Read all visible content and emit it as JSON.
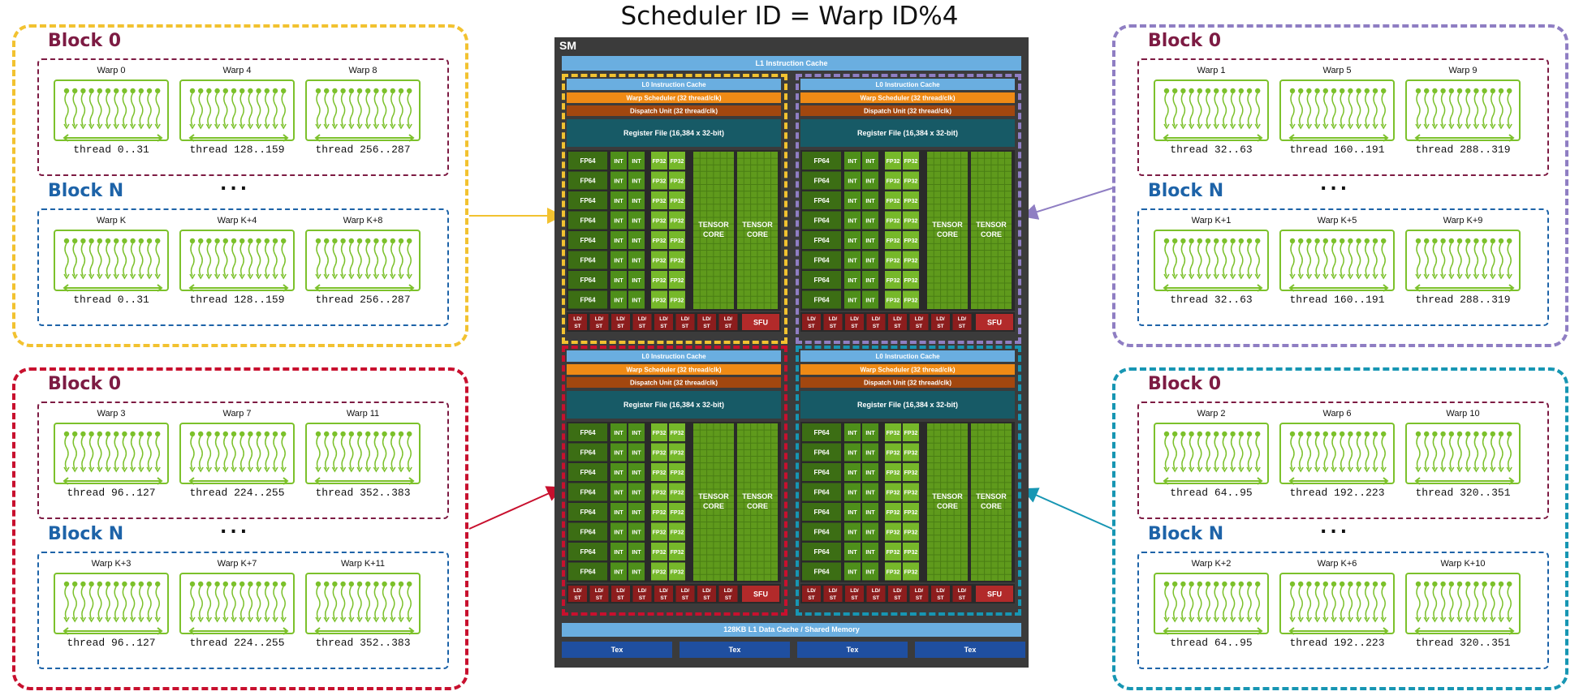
{
  "title": "Scheduler ID = Warp ID%4",
  "colors": {
    "yellow": "#f2c230",
    "purple": "#8f7ec3",
    "red": "#c8102e",
    "teal": "#1796b3",
    "block0": "#7d1b43",
    "blockN": "#1d63a8",
    "warp_green": "#7cc12b",
    "sm_bg": "#3b3b3b"
  },
  "groups": [
    {
      "id": "top-left",
      "color": "yellow",
      "block0": {
        "label": "Block 0",
        "warps": [
          {
            "label": "Warp 0",
            "threads": "thread 0..31"
          },
          {
            "label": "Warp 4",
            "threads": "thread 128..159"
          },
          {
            "label": "Warp 8",
            "threads": "thread 256..287"
          }
        ]
      },
      "blockN": {
        "label": "Block N",
        "dots": "...",
        "warps": [
          {
            "label": "Warp K",
            "threads": "thread 0..31"
          },
          {
            "label": "Warp K+4",
            "threads": "thread 128..159"
          },
          {
            "label": "Warp K+8",
            "threads": "thread 256..287"
          }
        ]
      }
    },
    {
      "id": "bottom-left",
      "color": "red",
      "block0": {
        "label": "Block 0",
        "warps": [
          {
            "label": "Warp 3",
            "threads": "thread 96..127"
          },
          {
            "label": "Warp 7",
            "threads": "thread 224..255"
          },
          {
            "label": "Warp 11",
            "threads": "thread 352..383"
          }
        ]
      },
      "blockN": {
        "label": "Block N",
        "dots": "...",
        "warps": [
          {
            "label": "Warp K+3",
            "threads": "thread 96..127"
          },
          {
            "label": "Warp K+7",
            "threads": "thread 224..255"
          },
          {
            "label": "Warp K+11",
            "threads": "thread 352..383"
          }
        ]
      }
    },
    {
      "id": "top-right",
      "color": "purple",
      "block0": {
        "label": "Block 0",
        "warps": [
          {
            "label": "Warp 1",
            "threads": "thread 32..63"
          },
          {
            "label": "Warp 5",
            "threads": "thread 160..191"
          },
          {
            "label": "Warp 9",
            "threads": "thread 288..319"
          }
        ]
      },
      "blockN": {
        "label": "Block N",
        "dots": "...",
        "warps": [
          {
            "label": "Warp K+1",
            "threads": "thread 32..63"
          },
          {
            "label": "Warp K+5",
            "threads": "thread 160..191"
          },
          {
            "label": "Warp K+9",
            "threads": "thread 288..319"
          }
        ]
      }
    },
    {
      "id": "bottom-right",
      "color": "teal",
      "block0": {
        "label": "Block 0",
        "warps": [
          {
            "label": "Warp 2",
            "threads": "thread 64..95"
          },
          {
            "label": "Warp 6",
            "threads": "thread 192..223"
          },
          {
            "label": "Warp 10",
            "threads": "thread 320..351"
          }
        ]
      },
      "blockN": {
        "label": "Block N",
        "dots": "...",
        "warps": [
          {
            "label": "Warp K+2",
            "threads": "thread 64..95"
          },
          {
            "label": "Warp K+6",
            "threads": "thread 192..223"
          },
          {
            "label": "Warp K+10",
            "threads": "thread 320..351"
          }
        ]
      }
    }
  ],
  "sm": {
    "label": "SM",
    "l1_instruction_cache": "L1 Instruction Cache",
    "partition": {
      "l0_cache": "L0 Instruction Cache",
      "warp_scheduler": "Warp Scheduler (32 thread/clk)",
      "dispatch_unit": "Dispatch Unit (32 thread/clk)",
      "register_file": "Register File (16,384 x 32-bit)",
      "fp64": "FP64",
      "int": "INT",
      "fp32": "FP32",
      "tensor_line1": "TENSOR",
      "tensor_line2": "CORE",
      "ldst_line1": "LD/",
      "ldst_line2": "ST",
      "sfu": "SFU"
    },
    "partition_colors": [
      "yellow",
      "purple",
      "red",
      "teal"
    ],
    "l1_data_cache": "128KB L1 Data Cache / Shared Memory",
    "tex": [
      "Tex",
      "Tex",
      "Tex",
      "Tex"
    ]
  }
}
